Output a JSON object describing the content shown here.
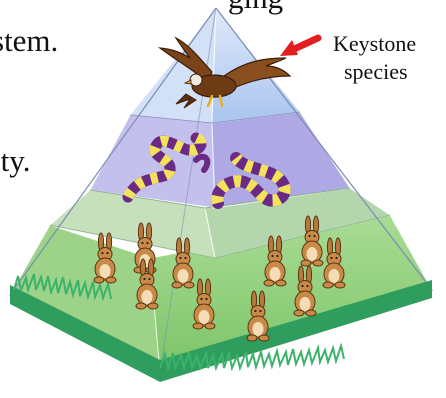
{
  "slide_text": {
    "top_fragment": "ging",
    "line_1_fragment": "stem.",
    "line_2_fragment": "ity."
  },
  "callout": {
    "line_1": "Keystone",
    "line_2": "species",
    "arrow_color": "#e41e1e"
  },
  "pyramid": {
    "levels": [
      {
        "name": "apex",
        "organism": "eagle",
        "count": 1,
        "tint": "#a9c4ee"
      },
      {
        "name": "upper",
        "organism": "snake",
        "count": 2,
        "tint": "#b6b2e8"
      },
      {
        "name": "lower-middle",
        "organism": "rabbit",
        "count": 0,
        "tint": "#bcd8b6"
      },
      {
        "name": "base",
        "organism": "rabbit",
        "count": 10,
        "tint": "#8fd07a"
      }
    ],
    "grass_color": "#3fae6a"
  }
}
